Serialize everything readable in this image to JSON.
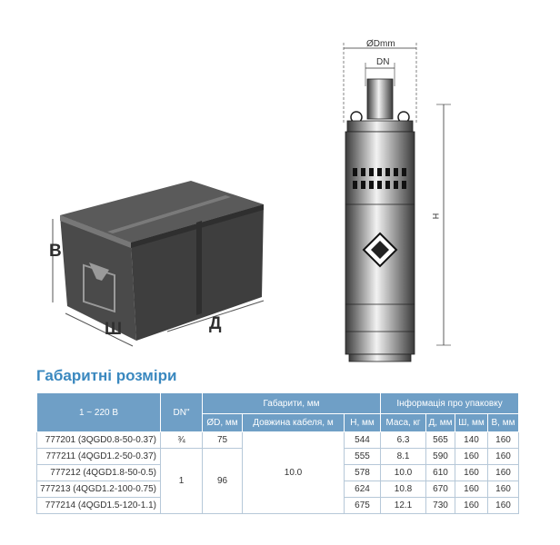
{
  "box_labels": {
    "height": "В",
    "width": "Ш",
    "length": "Д"
  },
  "pump_labels": {
    "outer_diameter": "ØDmm",
    "dn": "DN",
    "height": "H"
  },
  "section_title": "Габаритні розміри",
  "table": {
    "head_group": {
      "power": "1 ~ 220 В",
      "dn": "DN\"",
      "dimensions": "Габарити, мм",
      "packaging": "Інформація про упаковку"
    },
    "head_sub": {
      "od": "ØD, мм",
      "cable": "Довжина кабеля, м",
      "h": "H, мм",
      "mass": "Маса, кг",
      "d": "Д, мм",
      "sh": "Ш, мм",
      "v": "В, мм"
    },
    "rows": [
      {
        "model": "777201 (3QGD0.8-50-0.37)",
        "dn": "¾",
        "od": "75",
        "h": "544",
        "mass": "6.3",
        "d": "565",
        "sh": "140",
        "v": "160"
      },
      {
        "model": "777211 (4QGD1.2-50-0.37)",
        "h": "555",
        "mass": "8.1",
        "d": "590",
        "sh": "160",
        "v": "160"
      },
      {
        "model": "777212 (4QGD1.8-50-0.5)",
        "h": "578",
        "mass": "10.0",
        "d": "610",
        "sh": "160",
        "v": "160"
      },
      {
        "model": "777213 (4QGD1.2-100-0.75)",
        "h": "624",
        "mass": "10.8",
        "d": "670",
        "sh": "160",
        "v": "160"
      },
      {
        "model": "777214 (4QGD1.5-120-1.1)",
        "h": "675",
        "mass": "12.1",
        "d": "730",
        "sh": "160",
        "v": "160"
      }
    ],
    "merged": {
      "dn_4": "1",
      "od_4": "96",
      "cable": "10.0"
    }
  }
}
